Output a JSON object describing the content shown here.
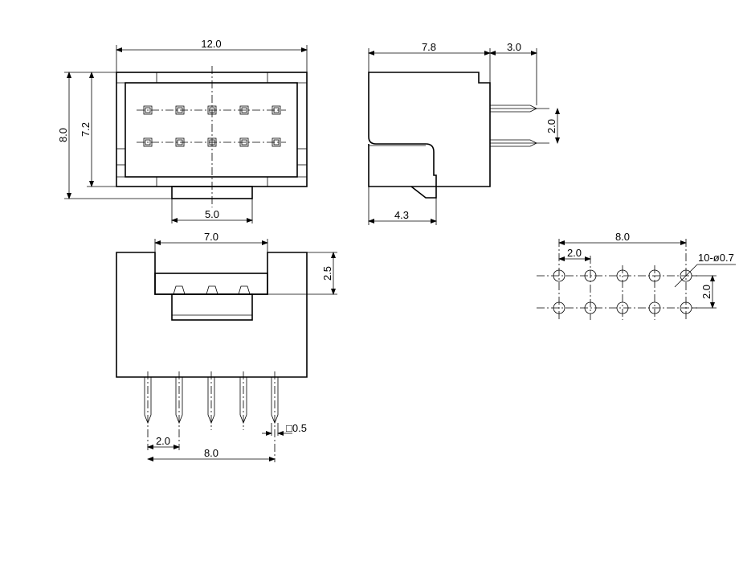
{
  "front_view": {
    "width_label": "12.0",
    "height_label": "8.0",
    "inner_height_label": "7.2",
    "latch_width_label": "5.0"
  },
  "side_view": {
    "depth_label": "7.8",
    "pin_length_label": "3.0",
    "pin_pitch_label": "2.0",
    "bottom_label": "4.3"
  },
  "top_view": {
    "opening_label": "7.0",
    "wall_height_label": "2.5",
    "pitch_label": "2.0",
    "span_label": "8.0",
    "pin_size_label": "□0.5"
  },
  "pcb_layout": {
    "span_label": "8.0",
    "pitch_label": "2.0",
    "row_pitch_label": "2.0",
    "hole_label": "10-ø0.7"
  }
}
